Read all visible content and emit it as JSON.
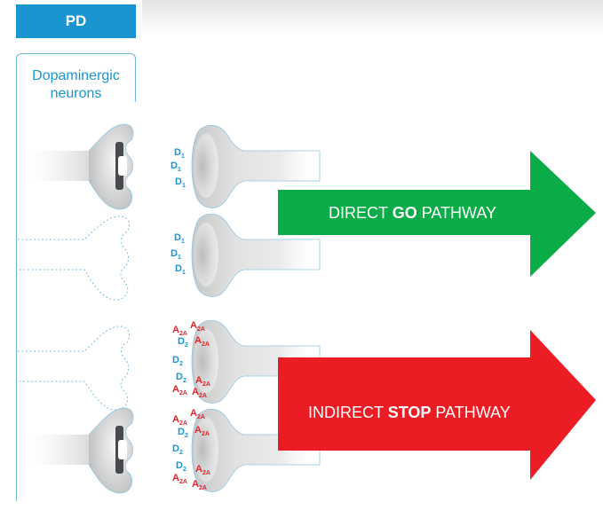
{
  "header": {
    "title": "PD"
  },
  "panel": {
    "label_line1": "Dopaminergic",
    "label_line2": "neurons"
  },
  "receptors": {
    "d1": {
      "base": "D",
      "sub": "1"
    },
    "d2": {
      "base": "D",
      "sub": "2"
    },
    "a2a": {
      "base": "A",
      "sub": "2A"
    }
  },
  "pathways": {
    "direct": {
      "prefix": "DIRECT ",
      "keyword": "GO",
      "suffix": " PATHWAY",
      "color": "#0aac48"
    },
    "indirect": {
      "prefix": "INDIRECT ",
      "keyword": "STOP",
      "suffix": " PATHWAY",
      "color": "#ec1c24"
    }
  },
  "colors": {
    "accent_blue": "#1a95cf",
    "receptor_red": "#e5242d",
    "terminal_gray": "#d9d9da"
  }
}
